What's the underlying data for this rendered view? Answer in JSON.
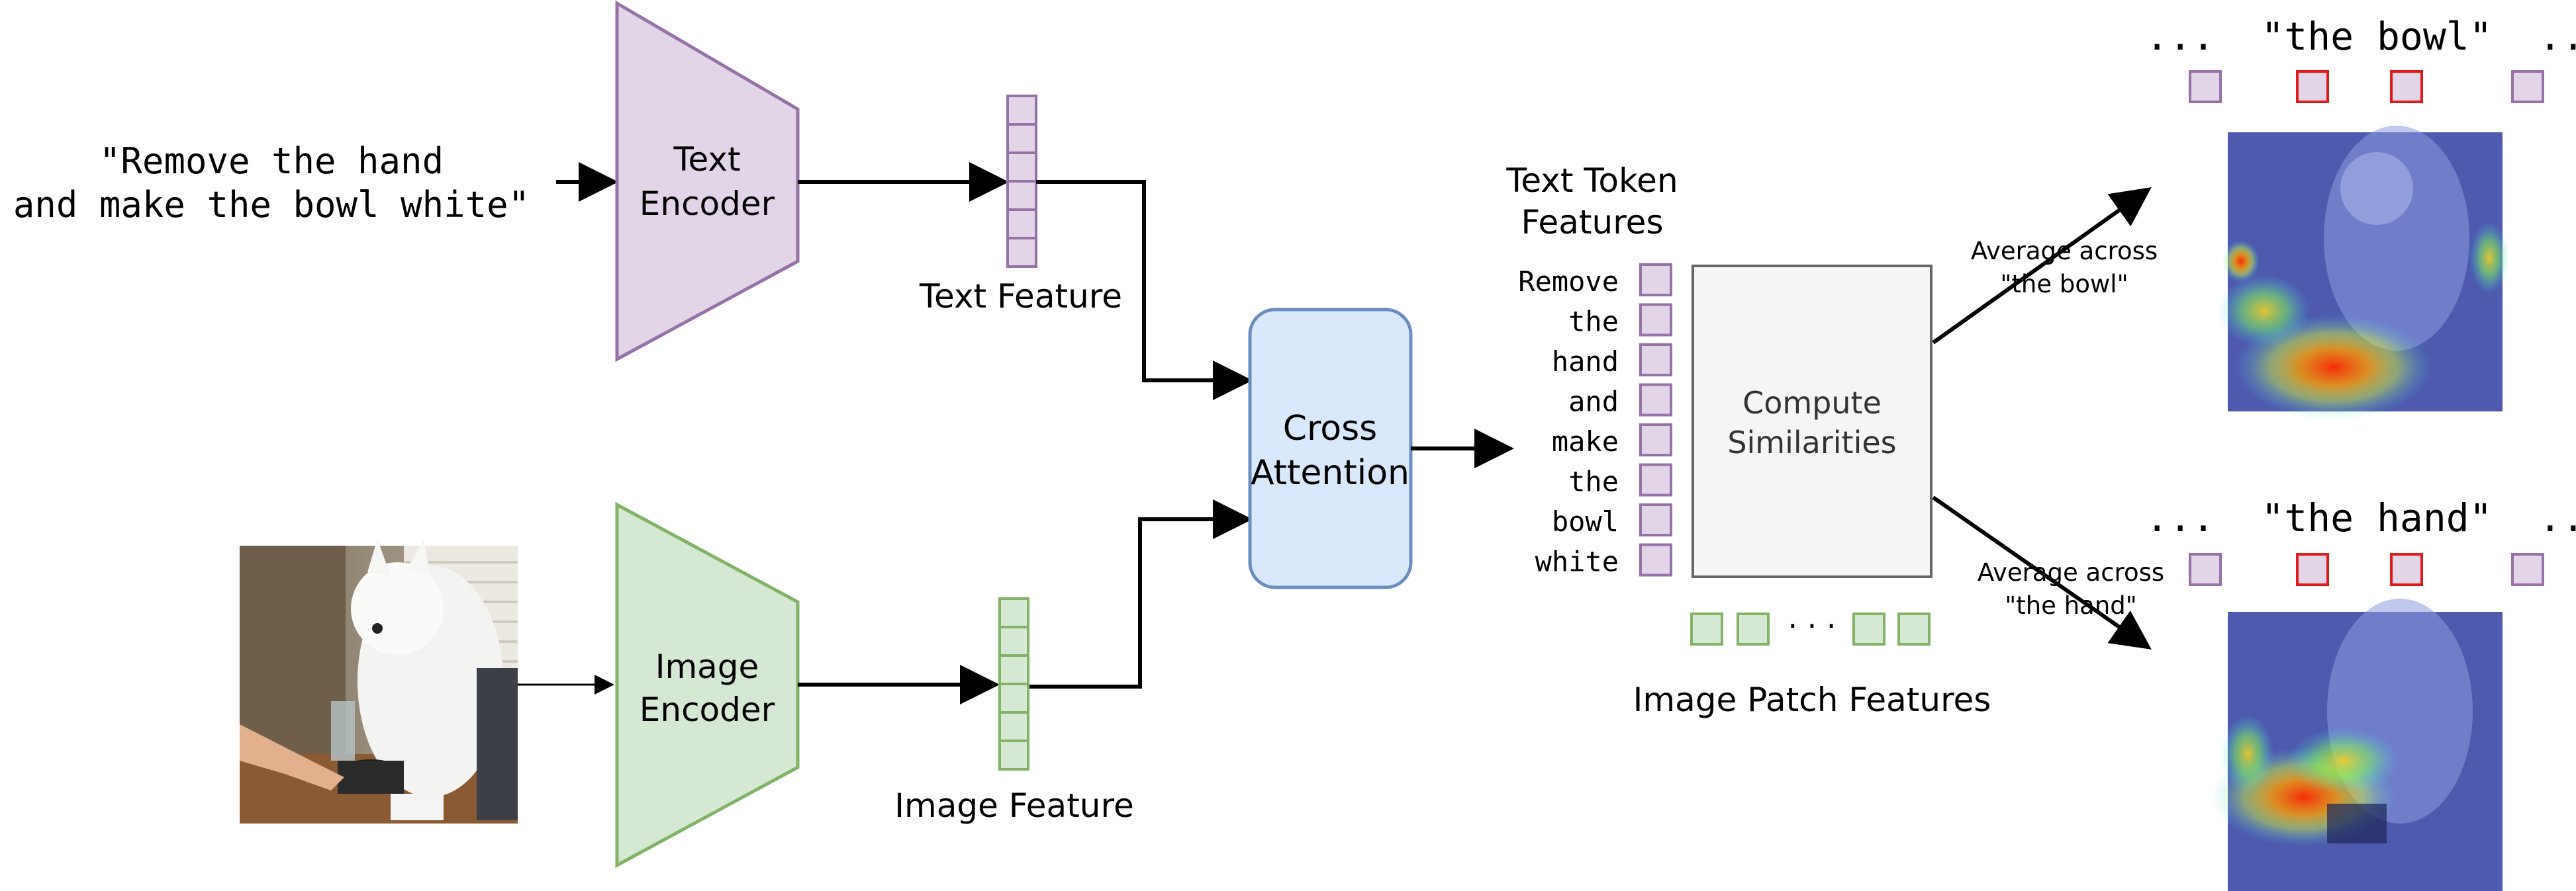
{
  "prompt": {
    "line1": "\"Remove the hand",
    "line2": "and make the bowl white\""
  },
  "text_encoder": {
    "line1": "Text",
    "line2": "Encoder"
  },
  "image_encoder": {
    "line1": "Image",
    "line2": "Encoder"
  },
  "text_feature_label": "Text Feature",
  "image_feature_label": "Image Feature",
  "cross_attention": {
    "line1": "Cross",
    "line2": "Attention"
  },
  "token_features": {
    "title_line1": "Text Token",
    "title_line2": "Features",
    "tokens": [
      "Remove",
      "the",
      "hand",
      "and",
      "make",
      "the",
      "bowl",
      "white"
    ]
  },
  "compute": {
    "line1": "Compute",
    "line2": "Similarities"
  },
  "patch_features": {
    "dots": "· · ·",
    "label": "Image Patch Features"
  },
  "branch_top": {
    "label_line1": "Average across",
    "label_line2": "\"the bowl\"",
    "sequence": "...  \"the bowl\"  ...",
    "token_states": [
      "normal",
      "selected",
      "selected",
      "normal"
    ]
  },
  "branch_bottom": {
    "label_line1": "Average across",
    "label_line2": "\"the hand\"",
    "sequence": "...  \"the hand\"  ...",
    "token_states": [
      "normal",
      "selected",
      "selected",
      "normal"
    ]
  },
  "colors": {
    "purple_fill": "#e1d5e7",
    "purple_stroke": "#9673a6",
    "green_fill": "#d5e8d4",
    "green_stroke": "#82b366",
    "blue_fill": "#dae8fc",
    "blue_stroke": "#6c8ebf",
    "gray_fill": "#f5f5f5",
    "gray_stroke": "#666666",
    "selected_stroke": "#e31a1c"
  }
}
